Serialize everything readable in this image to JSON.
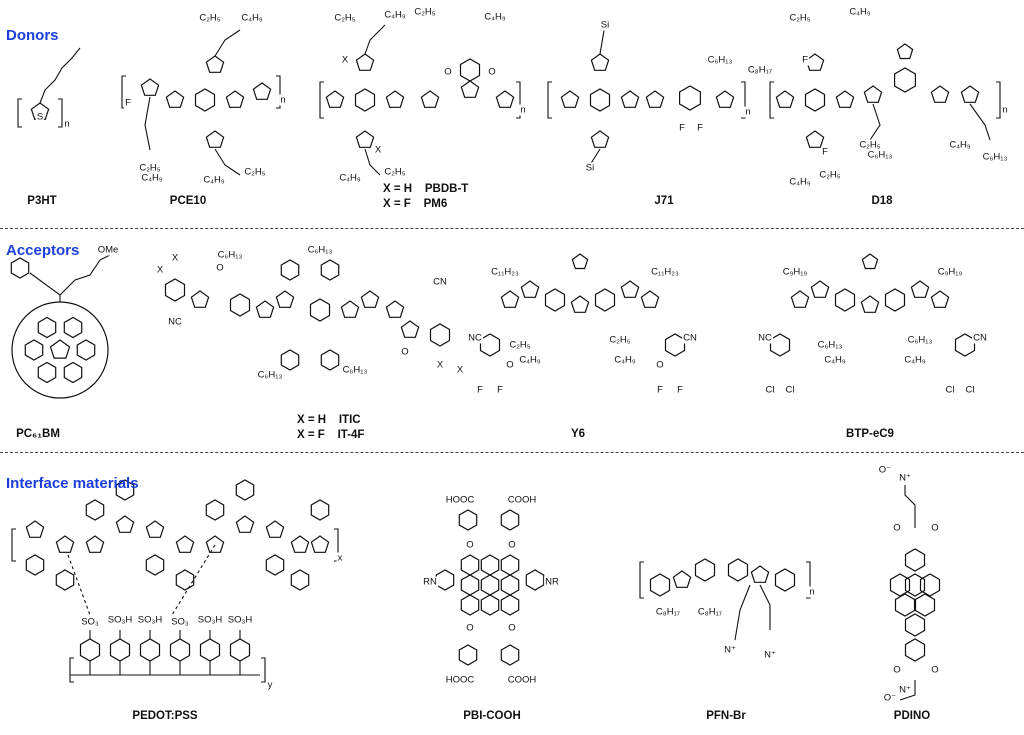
{
  "sections": {
    "donors": "Donors",
    "acceptors": "Acceptors",
    "interface": "Interface materials"
  },
  "donors": {
    "p3ht": "P3HT",
    "pce10": "PCE10",
    "pbdb_variant_1": "X = H    PBDB-T",
    "pbdb_variant_2": "X = F    PM6",
    "j71": "J71",
    "d18": "D18"
  },
  "acceptors": {
    "pc61bm": "PC₆₁BM",
    "itic_variant_1": "X = H    ITIC",
    "itic_variant_2": "X = F    IT-4F",
    "y6": "Y6",
    "btp_ec9": "BTP-eC9"
  },
  "interface": {
    "pedot_pss": "PEDOT:PSS",
    "pbi_cooh": "PBI-COOH",
    "pfn_br": "PFN-Br",
    "pdino": "PDINO"
  },
  "atom_labels": {
    "c2h5": "C₂H₅",
    "c4h9": "C₄H₉",
    "c6h13": "C₆H₁₃",
    "c8h17": "C₈H₁₇",
    "c11h23": "C₁₁H₂₃",
    "c9h19": "C₉H₁₉",
    "f": "F",
    "cl": "Cl",
    "x": "X",
    "s": "S",
    "n": "n",
    "si": "Si",
    "ome": "OMe",
    "cn": "NC",
    "cn2": "CN",
    "o": "O",
    "so3": "SO₃",
    "so3h": "SO₃H",
    "hooc": "HOOC",
    "cooh": "COOH",
    "rn": "RN",
    "nr": "NR",
    "nplus": "N⁺",
    "ominus": "O⁻",
    "y": "y",
    "xs": "x"
  },
  "colors": {
    "section_heading": "#1c3fdc"
  }
}
